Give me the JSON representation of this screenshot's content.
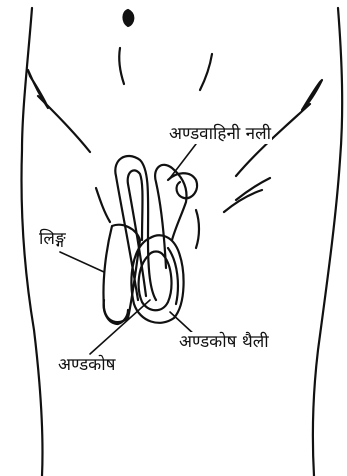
{
  "labels": {
    "vas_deferens": "अण्डवाहिनी नली",
    "penis": "लिङ्ग",
    "scrotum": "अण्डकोष थैली",
    "testis": "अण्डकोष"
  },
  "colors": {
    "ink": "#111111",
    "background": "#ffffff"
  }
}
